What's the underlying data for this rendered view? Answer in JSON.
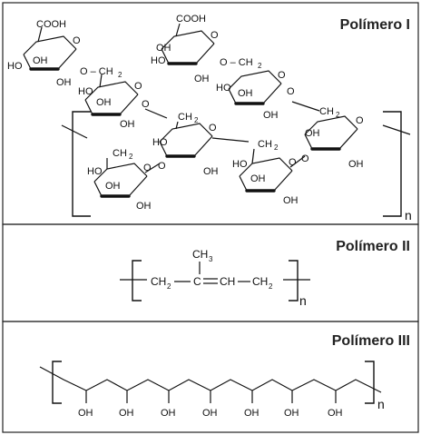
{
  "panels": [
    {
      "title": "Polímero I",
      "repeat_index": "n",
      "labels": {
        "cooh": "COOH",
        "oh": "OH",
        "ho": "HO",
        "o": "O",
        "ch2": "CH",
        "sub2": "2",
        "o_ch2": "O – CH"
      }
    },
    {
      "title": "Polímero II",
      "repeat_index": "n",
      "labels": {
        "ch3": "CH",
        "sub3": "3",
        "ch2": "CH",
        "sub2": "2",
        "c": "C",
        "ch": "CH"
      }
    },
    {
      "title": "Polímero III",
      "repeat_index": "n",
      "labels": {
        "oh": "OH"
      }
    }
  ]
}
